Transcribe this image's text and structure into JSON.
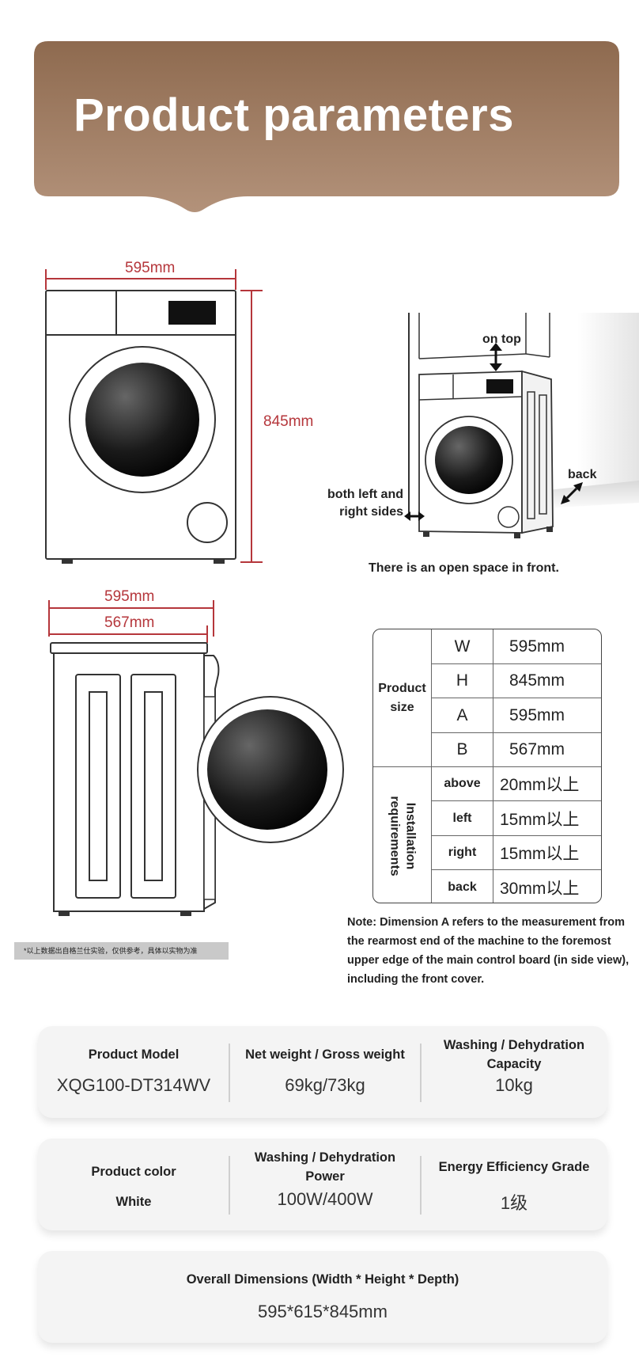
{
  "banner": {
    "title": "Product parameters"
  },
  "diagram_front": {
    "width_label": "595mm",
    "height_label": "845mm"
  },
  "diagram_install": {
    "on_top": "on top",
    "back": "back",
    "sides": [
      "both left and",
      "right sides"
    ],
    "front_note": "There is an open space in front."
  },
  "diagram_side": {
    "label_a": "595mm",
    "label_b": "567mm"
  },
  "size_table": {
    "product_size_label": [
      "Product",
      "size"
    ],
    "install_label": [
      "Installation",
      "requirements"
    ],
    "size_rows": [
      {
        "key": "W",
        "value": "595mm"
      },
      {
        "key": "H",
        "value": "845mm"
      },
      {
        "key": "A",
        "value": "595mm"
      },
      {
        "key": "B",
        "value": "567mm"
      }
    ],
    "install_rows": [
      {
        "key": "above",
        "value": "20mm以上"
      },
      {
        "key": "left",
        "value": "15mm以上"
      },
      {
        "key": "right",
        "value": "15mm以上"
      },
      {
        "key": "back",
        "value": "30mm以上"
      }
    ]
  },
  "note": "Note: Dimension A refers to the measurement from the rearmost end of the machine to the foremost upper edge of the main control board (in side view), including the front cover.",
  "disclaimer": "*以上数据出自格兰仕实验，仅供参考，具体以实物为准",
  "cards": {
    "row1": [
      {
        "label": "Product Model",
        "value": "XQG100-DT314WV"
      },
      {
        "label": "Net weight / Gross weight",
        "value": "69kg/73kg"
      },
      {
        "label_lines": [
          "Washing / Dehydration",
          "Capacity"
        ],
        "value": "10kg"
      }
    ],
    "row2": [
      {
        "label": "Product color",
        "value": "White"
      },
      {
        "label_lines": [
          "Washing / Dehydration",
          "Power"
        ],
        "value": "100W/400W"
      },
      {
        "label": "Energy Efficiency Grade",
        "value": "1级"
      }
    ],
    "row3": {
      "label": "Overall Dimensions (Width * Height * Depth)",
      "value": "595*615*845mm"
    }
  },
  "colors": {
    "banner_top": "#8f6a4f",
    "banner_bottom": "#b08f73",
    "dimension_red": "#b5363b",
    "card_bg": "#f4f4f4"
  }
}
